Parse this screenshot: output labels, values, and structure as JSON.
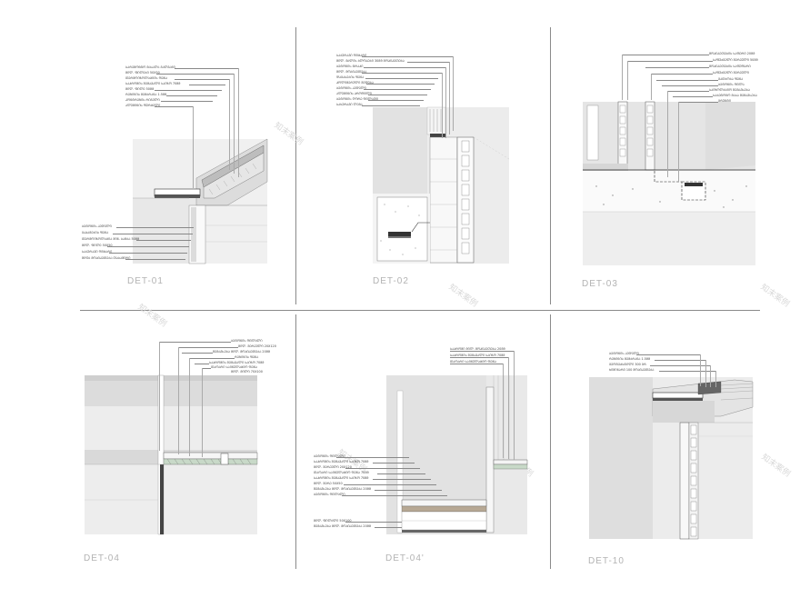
{
  "sheet": {
    "captions": [
      "DET-01",
      "DET-02",
      "DET-03",
      "DET-04",
      "DET-04'",
      "DET-10"
    ]
  },
  "watermark": {
    "text": "知末案例"
  },
  "det01": {
    "notes_top": [
      "ᲡᲐᲠᲔᲛᲝᲜᲢᲝ ᲛᲐᲡᲐᲚᲐ ᲒᲐᲚᲕᲐᲜᲘ",
      "ᲛᲘᲚ. ᲤᲘᲚᲔᲑᲘ 50Х50",
      "ᲗᲔᲠᲛᲝᲘᲖᲝᲚᲐᲪᲘᲘᲡ ᲤᲔᲜᲐ",
      "ᲡᲐᲞᲠᲝᲛᲘᲡ ᲨᲔᲛᲐᲕᲐᲚᲘ ᲡᲐᲘᲖᲝ 70ᲛᲛ",
      "ᲛᲘᲚ. ᲤᲘᲚᲔ 50ᲛᲛ",
      "ᲠᲔᲖᲘᲜᲘᲡ ᲛᲔᲛᲑᲠᲐᲜᲐ 1.5ᲛᲛ",
      "ᲙᲝᲜᲢᲠᲔᲖᲘᲡ ᲠᲘᲒᲔᲚᲘ",
      "ᲐᲚᲣᲛᲘᲜᲘᲡ ᲤᲣᲠᲪᲔᲚᲘ"
    ],
    "notes_bottom": [
      "ᲑᲔᲢᲝᲜᲘᲡ ᲙᲔᲓᲔᲚᲘ",
      "ᲒᲐᲯᲐᲛᲔᲑᲘᲡ ᲤᲔᲜᲐ",
      "ᲗᲔᲠᲛᲝᲘᲖᲝᲚᲐᲪᲘᲐ ᲛᲘᲜ. ᲑᲐᲛᲑᲐ 50ᲛᲛ",
      "ᲛᲘᲚ. ᲤᲘᲚᲔ 50Х50",
      "ᲡᲐᲑᲣᲠᲐᲕᲘ ᲤᲘᲪᲐᲠᲘ",
      "ᲨᲘᲓᲐ ᲛᲝᲞᲘᲙᲔᲗᲔᲑᲐ ᲗᲐᲑᲐᲨᲘᲠᲘ"
    ]
  },
  "det02": {
    "notes": [
      "ᲡᲐᲑᲣᲠᲐᲕᲘ ᲤᲘᲪᲐᲠᲘ",
      "ᲛᲘᲚ. ᲛᲐᲚᲘᲡ ᲑᲚᲝᲙᲔᲑᲘ 30ᲛᲛ ᲛᲝᲞᲘᲙᲔᲗᲔᲑᲐ",
      "ᲑᲔᲢᲝᲜᲘᲡ ᲢᲠᲐᲞᲘ",
      "ᲛᲘᲚ. ᲛᲝᲞᲘᲙᲔᲗᲔᲑᲐ",
      "ᲓᲐᲒᲐᲡᲔᲑᲘᲡ ᲤᲔᲜᲐ",
      "ᲞᲝᲚᲘᲛᲔᲠᲣᲚᲘ ᲨᲔᲓᲔᲑᲐ",
      "ᲑᲔᲢᲝᲜᲘᲡ ᲙᲔᲓᲔᲚᲘ",
      "ᲐᲚᲣᲛᲘᲜᲘᲡ ᲞᲠᲝᲤᲘᲚᲘ",
      "ᲑᲔᲢᲝᲜᲘᲡ ᲦᲝᲠᲔ ᲤᲘᲚᲐᲗᲘ",
      "ᲡᲐᲮᲣᲠᲐᲕᲘ ᲚᲔᲒᲐ"
    ]
  },
  "det03": {
    "notes": [
      "ᲛᲝᲞᲘᲙᲔᲗᲔᲑᲘᲡ ᲡᲐᲤᲔᲠᲘ 20ᲛᲛ",
      "ᲡᲐᲤᲣᲫᲕᲔᲚᲘ ᲨᲔᲠᲔᲣᲚᲘ 50ᲛᲛ",
      "ᲛᲝᲞᲘᲙᲔᲗᲔᲑᲘᲡ ᲡᲐᲤᲣᲤᲐᲠᲘ",
      "ᲡᲐᲤᲣᲫᲕᲔᲚᲘ ᲨᲔᲠᲔᲣᲚᲘ",
      "ᲒᲐᲗᲑᲝᲑᲐ ᲤᲔᲜᲐ",
      "ᲑᲔᲢᲝᲜᲘᲡ ᲤᲘᲚᲐ",
      "ᲡᲐᲘᲖᲝᲚᲐᲪᲘᲝ ᲨᲔᲛᲐᲕᲡᲔᲑᲐ",
      "ᲡᲐᲑᲔᲢᲝᲜᲝ ᲛᲐᲡᲐ ᲨᲔᲛᲐᲕᲡᲔᲑᲐ",
      "ᲒᲠᲣᲜᲢᲘ"
    ]
  },
  "det04": {
    "notes": [
      "ᲑᲔᲢᲝᲜᲘᲡ ᲤᲘᲚᲐᲚᲘ",
      "ᲛᲘᲚ. ᲨᲔᲠᲔᲣᲚᲘ 20Х120",
      "ᲨᲔᲛᲐᲕᲡᲔᲑᲐ ᲛᲘᲚ. ᲛᲝᲞᲘᲙᲔᲗᲔᲑᲐ 20ᲛᲛ",
      "ᲠᲔᲖᲘᲜᲘᲡ ᲤᲔᲜᲐ",
      "ᲡᲐᲞᲠᲝᲛᲘᲡ ᲨᲔᲛᲐᲕᲐᲚᲘ ᲡᲐᲘᲖᲝ 70ᲛᲛ",
      "ᲗᲐᲝᲐᲠᲘ ᲡᲐᲘᲜᲣᲚᲐᲪᲘᲝ ᲤᲔᲜᲐ",
      "ᲛᲘᲚ. ᲛᲘᲚᲘ 70Х100"
    ]
  },
  "det04b": {
    "notes_top": [
      "ᲡᲐᲞᲠᲝᲛᲘ ᲛᲘᲚ. ᲛᲝᲞᲘᲙᲔᲗᲔᲑᲐ 20ᲛᲛ",
      "ᲡᲐᲞᲠᲝᲛᲘᲡ ᲨᲔᲛᲐᲕᲐᲚᲘ ᲡᲐᲘᲖᲝ 70ᲛᲛ",
      "ᲗᲐᲝᲐᲠᲘ ᲡᲐᲘᲜᲣᲚᲐᲪᲘᲝ ᲤᲔᲜᲐ"
    ],
    "notes_mid": [
      "ᲑᲔᲢᲝᲜᲘᲡ ᲤᲘᲚᲐᲚᲘ",
      "ᲡᲐᲞᲠᲝᲛᲘᲡ ᲨᲔᲛᲐᲕᲐᲚᲘ ᲡᲐᲘᲖᲝ 70ᲛᲛ",
      "ᲛᲘᲚ. ᲨᲔᲠᲔᲣᲚᲘ 20Х120",
      "ᲗᲐᲝᲐᲠᲘ ᲡᲐᲘᲜᲣᲚᲐᲪᲘᲝ ᲤᲔᲜᲐ 70ᲛᲛ",
      "ᲡᲐᲞᲠᲝᲛᲘᲡ ᲨᲔᲛᲐᲕᲐᲚᲘ ᲡᲐᲘᲖᲝ 70ᲛᲛ",
      "ᲛᲘᲚ. ᲨᲔᲠᲔ 50Х50",
      "ᲨᲔᲛᲐᲕᲡᲔᲑᲐ ᲛᲘᲚ. ᲛᲝᲞᲘᲙᲔᲗᲔᲑᲐ 20ᲛᲛ",
      "ᲑᲔᲢᲝᲜᲘᲡ ᲤᲘᲚᲐᲚᲘ"
    ],
    "notes_bottom": [
      "ᲛᲘᲚ. ᲤᲘᲚᲐᲚᲘ 50Х100",
      "ᲨᲔᲛᲐᲕᲡᲔᲑᲐ ᲛᲘᲚ. ᲛᲝᲞᲘᲙᲔᲗᲔᲑᲐ 20ᲛᲛ"
    ]
  },
  "det10": {
    "notes": [
      "ᲑᲔᲢᲝᲜᲘᲡ ᲙᲔᲓᲔᲚᲘ",
      "ᲠᲔᲖᲘᲜᲘᲡ ᲛᲔᲛᲑᲠᲐᲜᲐ 1.5ᲛᲛ",
      "ᲒᲔᲝᲢᲔᲥᲡᲢᲘᲚᲘ 300 ᲒᲠ",
      "ᲮᲘᲛᲘᲜᲐᲠᲘ 100 ᲛᲝᲞᲘᲙᲔᲗᲔᲑᲐ"
    ]
  }
}
